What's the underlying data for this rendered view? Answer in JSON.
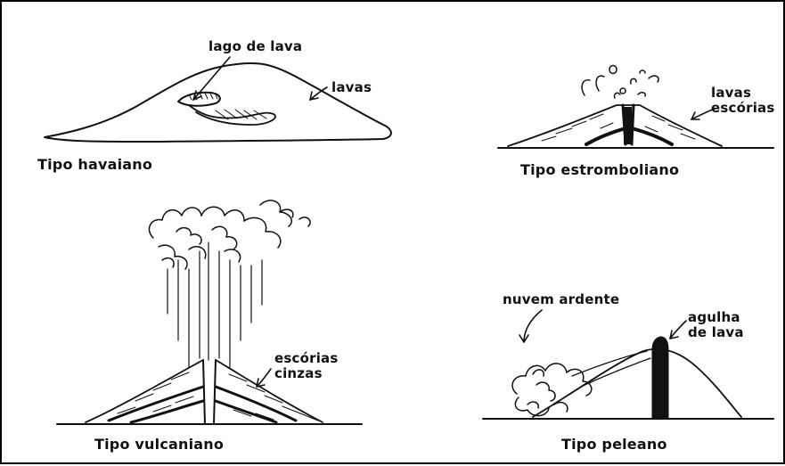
{
  "panels": {
    "havaiano": {
      "caption": "Tipo havaiano",
      "labels": {
        "lago": "lago de lava",
        "lavas": "lavas"
      }
    },
    "estromboliano": {
      "caption": "Tipo estromboliano",
      "labels": {
        "lavas_escorias": "lavas\nescórias"
      }
    },
    "vulcaniano": {
      "caption": "Tipo vulcaniano",
      "labels": {
        "escorias_cinzas": "escórias\ncinzas"
      }
    },
    "peleano": {
      "caption": "Tipo peleano",
      "labels": {
        "nuvem": "nuvem ardente",
        "agulha": "agulha\nde lava"
      }
    }
  },
  "colors": {
    "ink": "#111111",
    "background": "#ffffff"
  }
}
